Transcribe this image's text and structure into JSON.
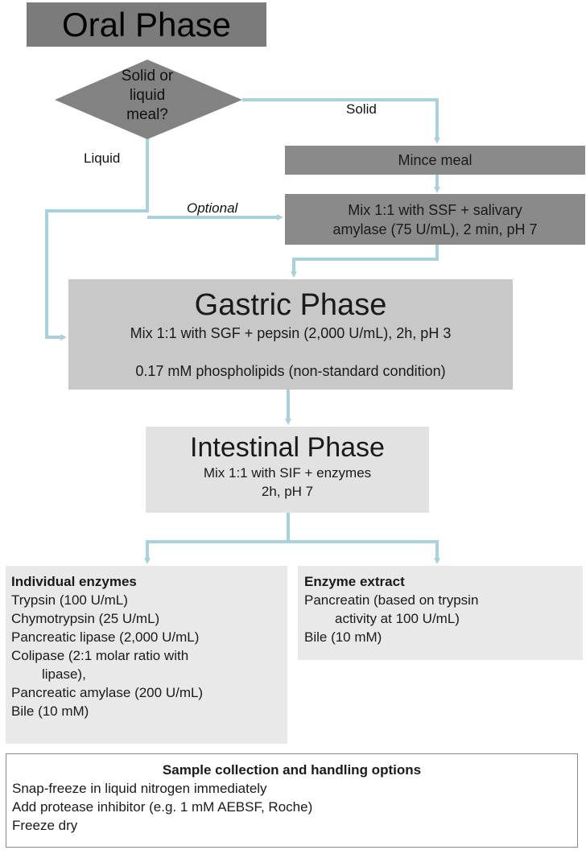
{
  "oral": {
    "title": "Oral Phase"
  },
  "decision": {
    "lines": [
      "Solid or",
      "liquid",
      "meal?"
    ]
  },
  "labels": {
    "solid": "Solid",
    "liquid": "Liquid",
    "optional": "Optional"
  },
  "mince": {
    "text": "Mince meal"
  },
  "mix": {
    "line1": "Mix 1:1 with SSF + salivary",
    "line2": "amylase (75 U/mL), 2 min, pH 7"
  },
  "gastric": {
    "title": "Gastric Phase",
    "line1": "Mix 1:1 with SGF + pepsin (2,000 U/mL), 2h, pH 3",
    "line2": "0.17 mM phospholipids (non-standard condition)"
  },
  "intestinal": {
    "title": "Intestinal Phase",
    "line1": "Mix 1:1 with SIF + enzymes",
    "line2": "2h, pH 7"
  },
  "individual": {
    "title": "Individual enzymes",
    "items": [
      "Trypsin (100 U/mL)",
      "Chymotrypsin (25 U/mL)",
      "Pancreatic lipase (2,000 U/mL)",
      "Colipase (2:1 molar ratio with",
      "lipase),",
      "Pancreatic amylase (200 U/mL)",
      "Bile (10 mM)"
    ]
  },
  "extract": {
    "title": "Enzyme extract",
    "items": [
      "Pancreatin (based on trypsin",
      "activity at 100 U/mL)",
      "Bile (10 mM)"
    ]
  },
  "sample": {
    "title": "Sample collection and handling options",
    "items": [
      "Snap-freeze in liquid nitrogen immediately",
      "Add protease inhibitor (e.g. 1 mM AEBSF, Roche)",
      "Freeze dry"
    ]
  },
  "colors": {
    "arrow": "#a8d1db",
    "oral_box": "#7b7b7b",
    "decision": "#828282",
    "mix_boxes": "#8a8a8a",
    "gastric_box": "#c8c8c8",
    "intestinal_box": "#e2e2e2",
    "enzyme_boxes": "#e9e9e9"
  }
}
